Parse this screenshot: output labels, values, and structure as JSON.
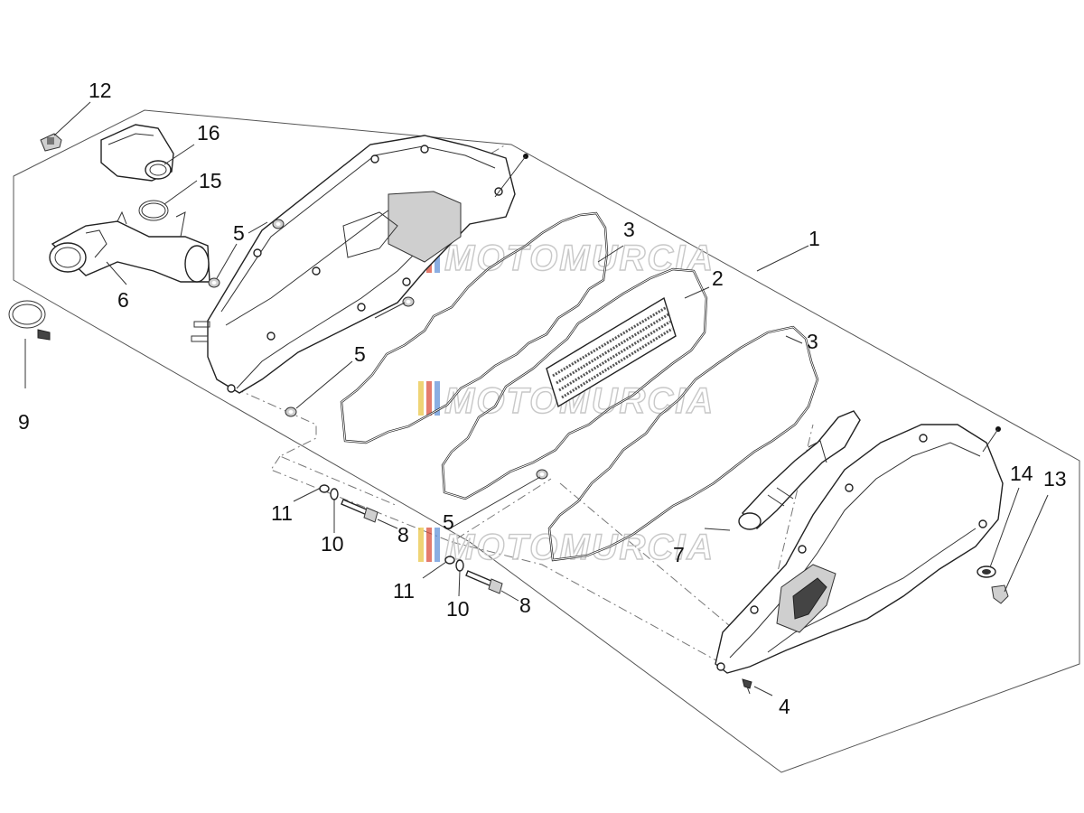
{
  "watermark": {
    "brand_text": "MOTOMURCIA",
    "logo_colors": [
      "#e8c23a",
      "#d9432f",
      "#5a8bd6",
      "#8a8a8a"
    ]
  },
  "parts": [
    {
      "label": "1",
      "icon": "air-box-assembly"
    },
    {
      "label": "2",
      "icon": "air-filter-element"
    },
    {
      "label": "3",
      "icon": "gasket"
    },
    {
      "label": "3",
      "icon": "gasket"
    },
    {
      "label": "4",
      "icon": "screw"
    },
    {
      "label": "5",
      "icon": "grommet"
    },
    {
      "label": "5",
      "icon": "grommet"
    },
    {
      "label": "5",
      "icon": "grommet"
    },
    {
      "label": "6",
      "icon": "intake-duct"
    },
    {
      "label": "7",
      "icon": "breather-hose"
    },
    {
      "label": "8",
      "icon": "bolt"
    },
    {
      "label": "8",
      "icon": "bolt"
    },
    {
      "label": "9",
      "icon": "hose-clamp"
    },
    {
      "label": "10",
      "icon": "washer"
    },
    {
      "label": "10",
      "icon": "washer"
    },
    {
      "label": "11",
      "icon": "spacer"
    },
    {
      "label": "11",
      "icon": "spacer"
    },
    {
      "label": "12",
      "icon": "clip-nut"
    },
    {
      "label": "13",
      "icon": "drain-plug"
    },
    {
      "label": "14",
      "icon": "clip"
    },
    {
      "label": "15",
      "icon": "clamp-ring"
    },
    {
      "label": "16",
      "icon": "resonator-cap"
    }
  ]
}
